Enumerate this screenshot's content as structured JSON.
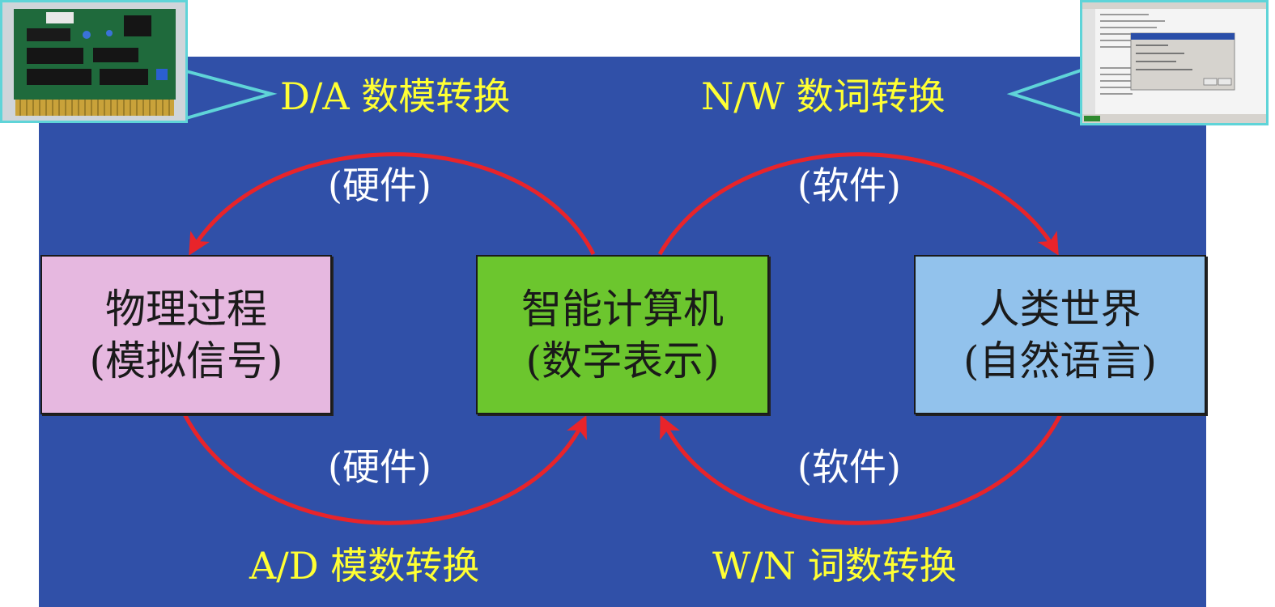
{
  "colors": {
    "panel": "#3050a8",
    "arrow": "#e8242a",
    "label_yellow": "#ffff33",
    "label_white": "#ffffff",
    "box_left": "#e6b8e0",
    "box_mid": "#6cc62e",
    "box_right": "#92c2ec",
    "callout_border": "#5fd4d8"
  },
  "nodes": {
    "left": {
      "line1": "物理过程",
      "line2": "(模拟信号)"
    },
    "mid": {
      "line1": "智能计算机",
      "line2": "(数字表示)"
    },
    "right": {
      "line1": "人类世界",
      "line2": "(自然语言)"
    }
  },
  "conversions": {
    "da": "D/A 数模转换",
    "nw": "N/W 数词转换",
    "ad": "A/D 模数转换",
    "wn": "W/N 词数转换"
  },
  "edge_labels": {
    "hardware_top": "(硬件)",
    "software_top": "(软件)",
    "hardware_bottom": "(硬件)",
    "software_bottom": "(软件)"
  },
  "images": {
    "left": "circuit-board-photo",
    "right": "software-window-screenshot"
  }
}
